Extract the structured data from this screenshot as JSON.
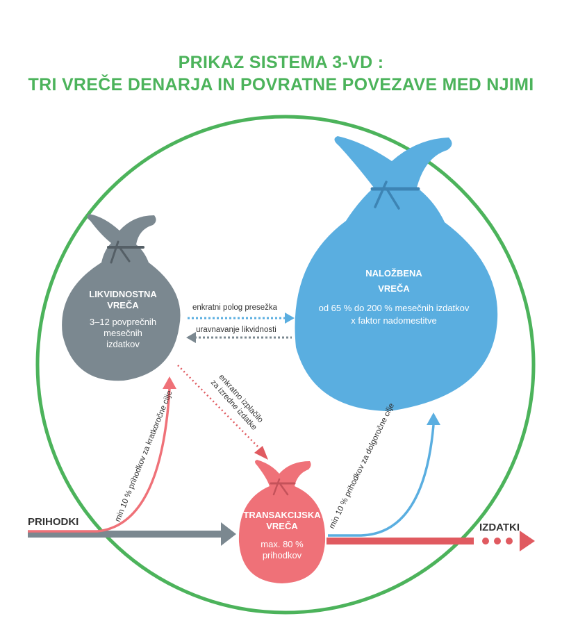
{
  "title": {
    "line1": "PRIKAZ SISTEMA 3-VD :",
    "line2": "TRI VREČE DENARJA IN POVRATNE POVEZAVE MED NJIMI"
  },
  "colors": {
    "green": "#4cb35b",
    "gray": "#7b8890",
    "blue": "#5aaee0",
    "red": "#ef7178"
  },
  "bags": {
    "liquidity": {
      "title1": "LIKVIDNOSTNA",
      "title2": "VREČA",
      "text1": "3–12 povprečnih",
      "text2": "mesečnih",
      "text3": "izdatkov"
    },
    "investment": {
      "title1": "NALOŽBENA",
      "title2": "VREČA",
      "text1": "od 65 % do 200 % mesečnih izdatkov",
      "text2": "x faktor nadomestitve"
    },
    "transaction": {
      "title1": "TRANSAKCIJSKA",
      "title2": "VREČA",
      "text1": "max. 80 %",
      "text2": "prihodkov"
    }
  },
  "arrows": {
    "surplus": "enkratni polog presežka",
    "liquidity_adjust": "uravnavanje likvidnosti",
    "payout1": "enkratno izplačilo",
    "payout2": "za izredne izdatke",
    "short_term": "min 10 % prihodkov za kratkoročne cilje",
    "long_term": "min 10 % prihodkov za dolgoročne cilje"
  },
  "flows": {
    "income": "PRIHODKI",
    "expenses": "IZDATKI"
  }
}
